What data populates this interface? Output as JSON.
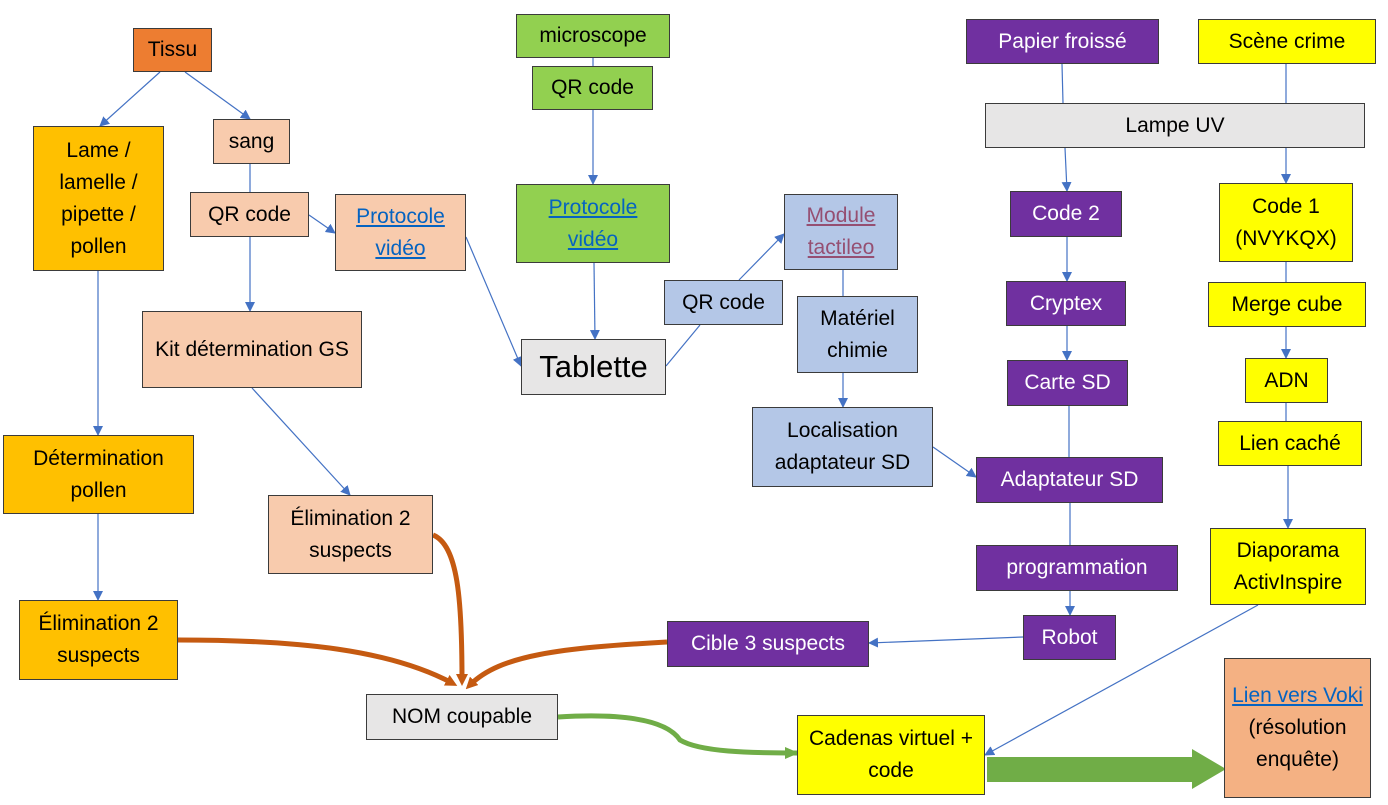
{
  "nodes": {
    "tissu": "Tissu",
    "lame": "Lame / lamelle / pipette / pollen",
    "sang": "sang",
    "qr_sang": "QR code",
    "protocole_sang": "Protocole vidéo",
    "kit": "Kit détermination GS",
    "determination_pollen": "Détermination pollen",
    "elim_gs": "Élimination 2 suspects",
    "elim_pollen": "Élimination 2 suspects",
    "nom": "NOM coupable",
    "microscope": "microscope",
    "qr_micro": "QR code",
    "protocole_micro": "Protocole vidéo",
    "tablette": "Tablette",
    "qr_tablette": "QR code",
    "module": "Module tactileo",
    "materiel": "Matériel chimie",
    "localisation": "Localisation adaptateur SD",
    "papier": "Papier froissé",
    "scene": "Scène crime",
    "lampe": "Lampe UV",
    "code2": "Code 2",
    "cryptex": "Cryptex",
    "carte": "Carte SD",
    "adaptateur": "Adaptateur SD",
    "programmation": "programmation",
    "robot": "Robot",
    "cible": "Cible 3 suspects",
    "code1": "Code 1 (NVYKQX)",
    "merge": "Merge cube",
    "adn": "ADN",
    "lien_cache": "Lien caché",
    "diaporama": "Diaporama ActivInspire",
    "cadenas": "Cadenas virtuel + code",
    "lien_voki_link": "Lien vers Voki",
    "lien_voki_rest": "(résolution enquête)"
  },
  "colors": {
    "thin_arrow": "#4472c4",
    "elimination_arrow": "#c55a11",
    "code_arrow": "#70ad47",
    "orange_dark": "#ed7d31",
    "gold": "#ffc000",
    "peach": "#f8cbad",
    "green": "#92d050",
    "grey": "#e7e6e6",
    "blue": "#b4c7e7",
    "purple": "#7030a0",
    "yellow": "#ffff00",
    "salmon": "#f4b183"
  }
}
